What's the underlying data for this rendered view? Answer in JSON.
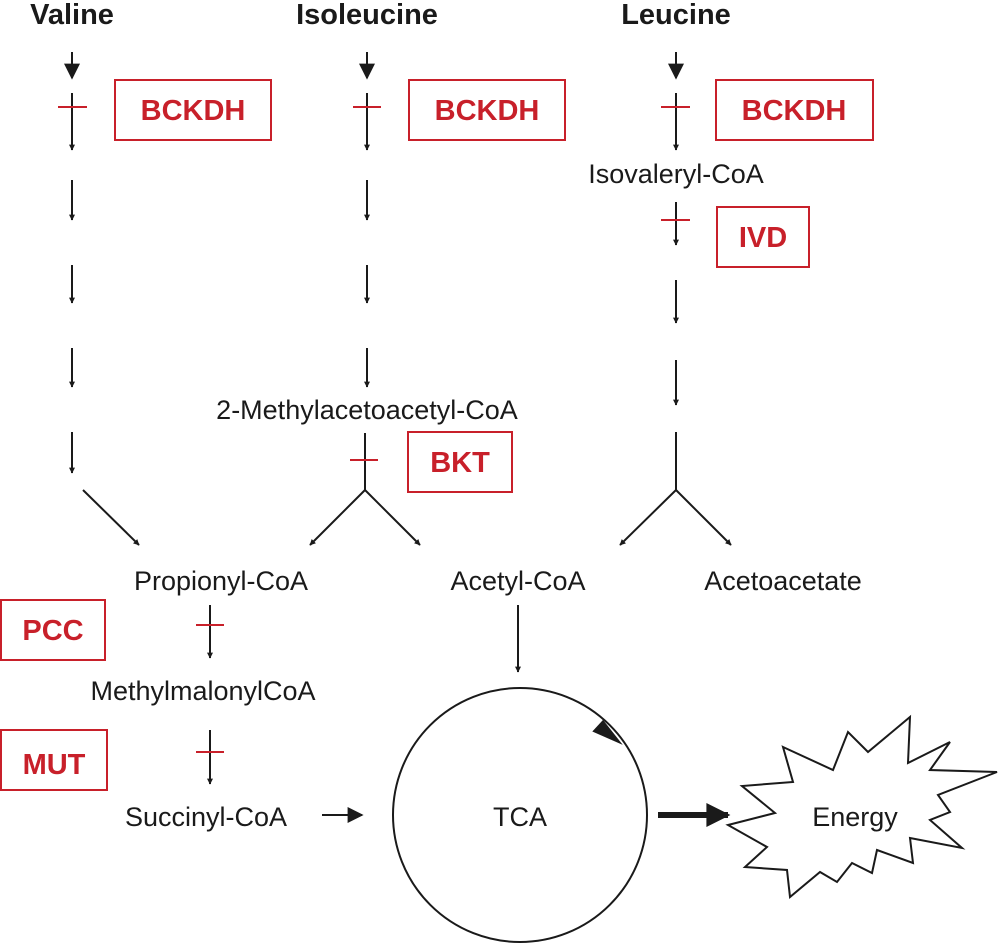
{
  "title": "Branched-chain amino acid catabolism",
  "colors": {
    "enzyme": "#c8202a",
    "ink": "#1a1a1a",
    "background": "#ffffff"
  },
  "amino_acids": {
    "valine": "Valine",
    "isoleucine": "Isoleucine",
    "leucine": "Leucine"
  },
  "metabolites": {
    "isovaleryl_coa": "Isovaleryl-CoA",
    "methylacetoacetyl_coa": "2-Methylacetoacetyl-CoA",
    "propionyl_coa": "Propionyl-CoA",
    "acetyl_coa": "Acetyl-CoA",
    "acetoacetate": "Acetoacetate",
    "methylmalonyl_coa": "MethylmalonylCoA",
    "succinyl_coa": "Succinyl-CoA",
    "tca": "TCA",
    "energy": "Energy"
  },
  "enzymes": {
    "bckdh_valine": "BCKDH",
    "bckdh_isoleucine": "BCKDH",
    "bckdh_leucine": "BCKDH",
    "ivd": "IVD",
    "bkt": "BKT",
    "pcc": "PCC",
    "mut": "MUT"
  }
}
